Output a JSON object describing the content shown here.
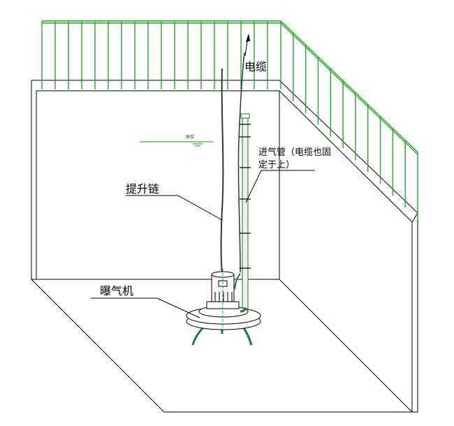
{
  "labels": {
    "cable": "电缆",
    "intake_pipe_line1": "进气管（电缆也固",
    "intake_pipe_line2": "定于上）",
    "lift_chain": "提升链",
    "aerator": "曝气机",
    "water_level": "水位"
  },
  "colors": {
    "railing": "#22aa22",
    "pipe": "#1a7a3a",
    "wall": "#000000",
    "water_line": "#00aa00",
    "accent": "#00a0c0"
  }
}
